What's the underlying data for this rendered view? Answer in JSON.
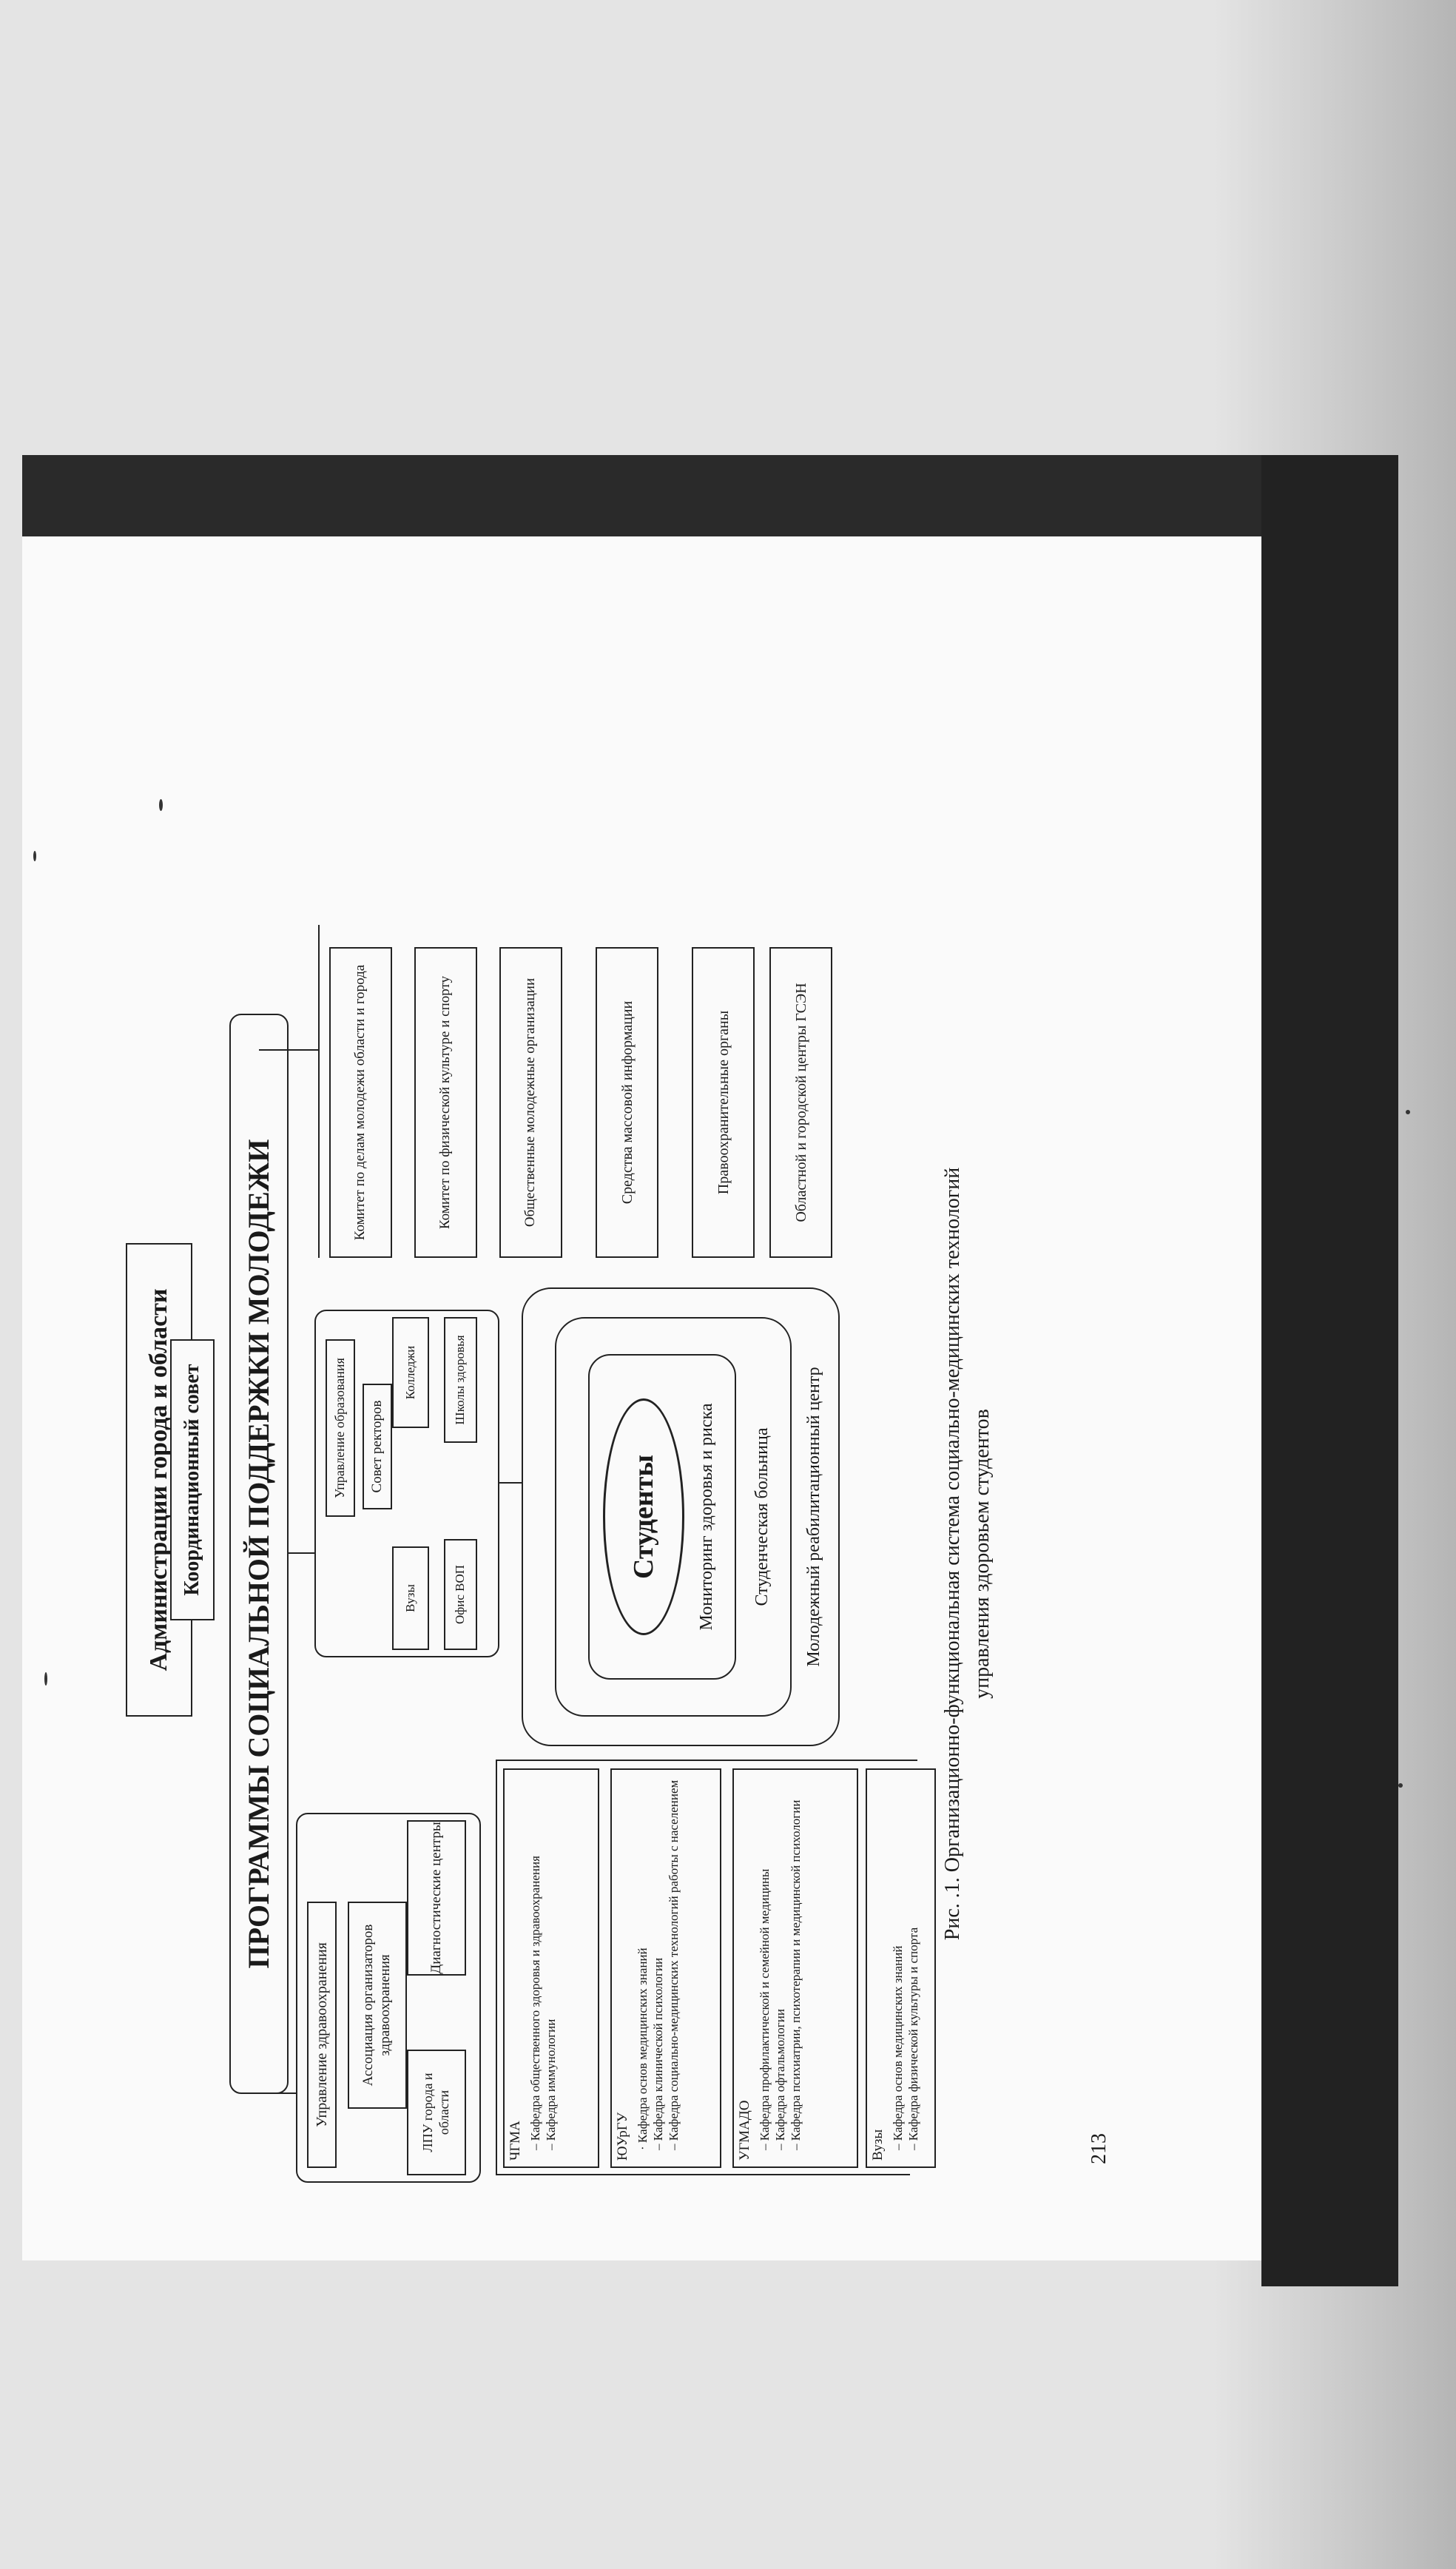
{
  "figure": {
    "admin": "Администрации города и области",
    "council": "Координационный совет",
    "programs": "ПРОГРАММЫ СОЦИАЛЬНОЙ ПОДДЕРЖКИ МОЛОДЕЖИ",
    "health_admin": "Управление здравоохранения",
    "assoc": "Ассоциация организаторов здравоохранения",
    "ldu": "ЛПУ города и области",
    "diag": "Диагностические центры",
    "edu_admin": "Управление образования",
    "rectors": "Совет ректоров",
    "vuzy": "Вузы",
    "colleges": "Колледжи",
    "vop": "Офис ВОП",
    "health_schools": "Школы здоровья",
    "students": "Студенты",
    "monitoring": "Мониторинг здоровья и риска",
    "hospital": "Студенческая больница",
    "rehab": "Молодежный реабилитационный центр",
    "right_boxes": [
      "Комитет по делам молодежи области и города",
      "Комитет по физической культуре и спорту",
      "Общественные молодежные организации",
      "Средства массовой информации",
      "Правоохранительные органы",
      "Областной и городской центры ГСЭН"
    ],
    "lists": [
      {
        "head": "ЧГМА",
        "items": [
          "– Кафедра общественного здоровья и здравоохранения",
          "– Кафедра иммунологии"
        ]
      },
      {
        "head": "ЮУрГУ",
        "items": [
          "· Кафедра основ медицинских знаний",
          "– Кафедра клинической психологии",
          "– Кафедра социально-медицинских технологий работы с населением"
        ]
      },
      {
        "head": "УГМАДО",
        "items": [
          "– Кафедра профилактической и семейной медицины",
          "– Кафедра офтальмологии",
          "– Кафедра психиатрии, психотерапии и медицинской психологии"
        ]
      },
      {
        "head": "Вузы",
        "items": [
          "– Кафедра основ медицинских знаний",
          "– Кафедра физической культуры и спорта"
        ]
      }
    ]
  },
  "caption": {
    "line1": "Рис.  .1. Организационно-функциональная система социально-медицинских технологий",
    "line2": "управления здоровьем студентов"
  },
  "page_number": "213"
}
